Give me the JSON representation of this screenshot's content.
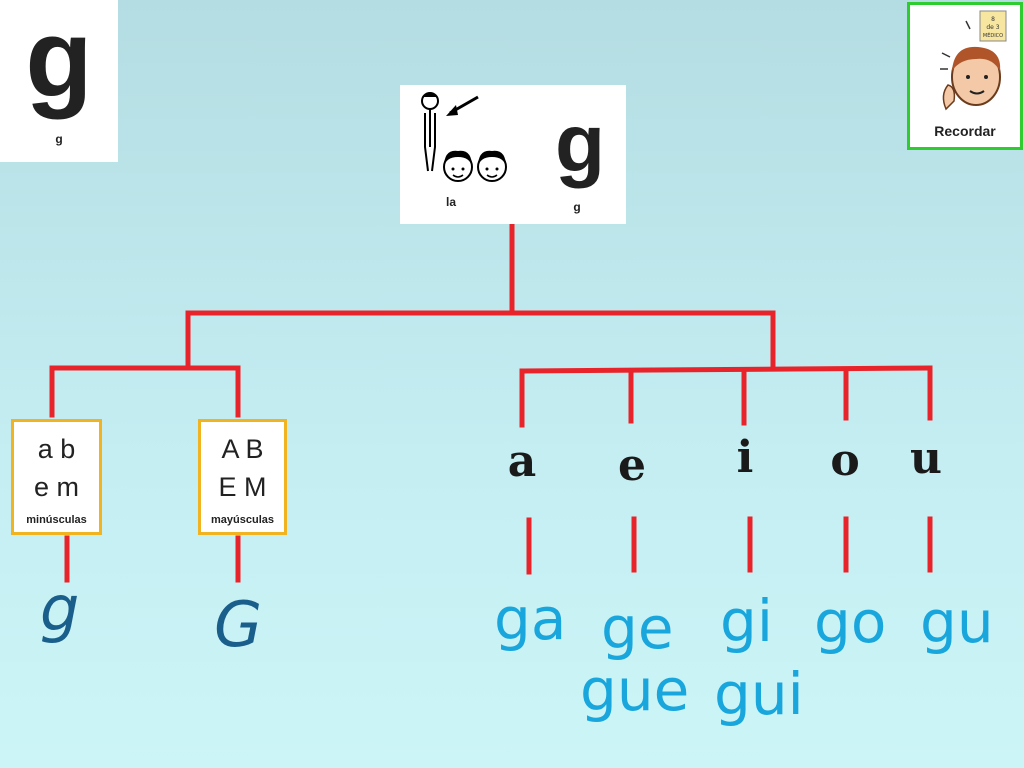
{
  "top_left_card": {
    "letter": "g",
    "label": "g"
  },
  "center_card": {
    "left_label": "la",
    "letter": "g",
    "right_label": "g"
  },
  "recordar_card": {
    "label": "Recordar",
    "note_text": "8\nde 3\nMÉDICO"
  },
  "minusculas_card": {
    "row1": "a b",
    "row2": "e m",
    "label": "minúsculas"
  },
  "mayusculas_card": {
    "row1": "A B",
    "row2": "E M",
    "label": "mayúsculas"
  },
  "lowercase_result": "g",
  "uppercase_result": "G",
  "vowels": [
    "a",
    "e",
    "i",
    "o",
    "u"
  ],
  "syllables": [
    "ga",
    "ge",
    "gi",
    "go",
    "gu"
  ],
  "extra_syllables": [
    "gue",
    "gui"
  ],
  "colors": {
    "line": "#e8232a",
    "syllable": "#19a6dc",
    "case_letter": "#1a5f8c",
    "card_border": "#f2b320",
    "recordar_border": "#2ecc2e"
  }
}
